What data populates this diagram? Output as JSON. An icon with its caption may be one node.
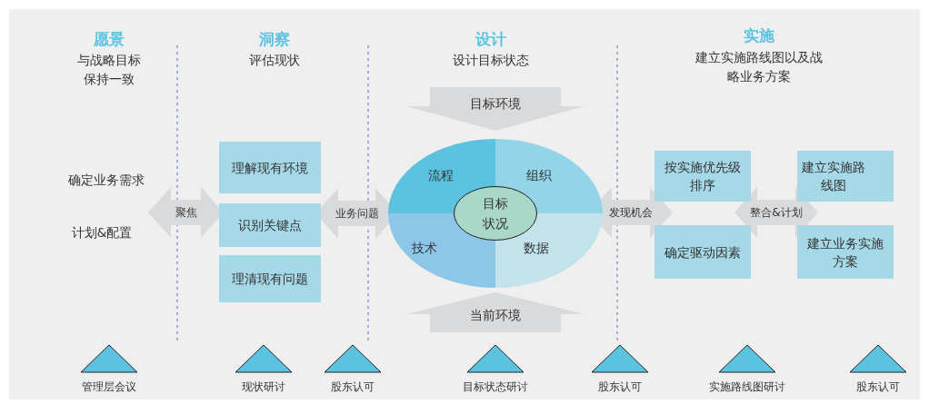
{
  "diagram": {
    "nodes": [
      {
        "text": [
          "聚焦"
        ]
      },
      {
        "text": [
          "理解现有环境"
        ]
      },
      {
        "text": [
          "识别关键点"
        ]
      },
      {
        "text": [
          "理清现有问题"
        ]
      },
      {
        "text": [
          "业务问题"
        ]
      },
      {
        "text": [
          "目标环境"
        ]
      },
      {
        "text": [
          "流程"
        ]
      },
      {
        "text": [
          "组织"
        ]
      },
      {
        "text": [
          "目标状况"
        ]
      },
      {
        "text": [
          "技术"
        ]
      },
      {
        "text": [
          "数据"
        ]
      },
      {
        "text": [
          "当前环境"
        ]
      },
      {
        "text": [
          "发现机会"
        ]
      },
      {
        "text": [
          "按实施优先级排序"
        ]
      },
      {
        "text": [
          "建立实施路线图"
        ]
      },
      {
        "text": [
          "整合&计划"
        ]
      },
      {
        "text": [
          "确定驱动因素"
        ]
      },
      {
        "text": [
          "建立业务实施方案"
        ]
      },
      {
        "text": [],
        "shape": "triangle",
        "beside": [
          "管理层会议"
        ]
      },
      {
        "text": [],
        "shape": "triangle",
        "beside": [
          "现状研讨"
        ]
      },
      {
        "text": [],
        "shape": "triangle",
        "beside": [
          "股东认可"
        ]
      },
      {
        "text": [],
        "shape": "triangle",
        "beside": [
          "目标状态研讨"
        ]
      },
      {
        "text": [],
        "shape": "triangle",
        "beside": [
          "股东认可"
        ]
      },
      {
        "text": [],
        "shape": "triangle",
        "beside": [
          "实施路线图研讨"
        ]
      },
      {
        "text": [],
        "shape": "triangle",
        "beside": [
          "股东认可"
        ]
      }
    ],
    "labels": [
      "愿景",
      "与战略目标保持一致",
      "洞察",
      "评估现状",
      "设计",
      "设计目标状态",
      "实施",
      "建立实施路线图以及战略业务方案",
      "确定业务需求",
      "计划&配置"
    ]
  }
}
